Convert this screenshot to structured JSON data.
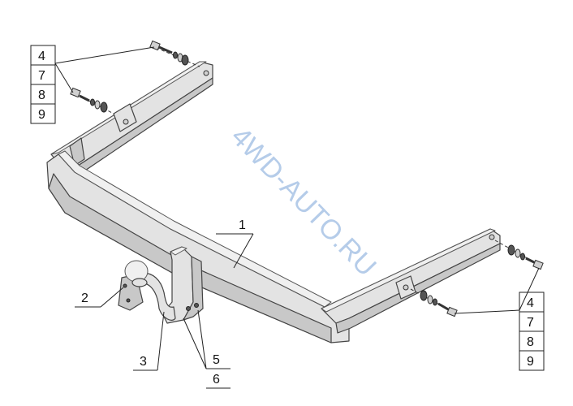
{
  "watermark": "4WD-AUTO.RU",
  "callouts": {
    "main_frame": "1",
    "ball_mount": "2",
    "bracket": "3",
    "bolt_a": "5",
    "bolt_b": "6"
  },
  "table_left": [
    "4",
    "7",
    "8",
    "9"
  ],
  "table_right": [
    "4",
    "7",
    "8",
    "9"
  ],
  "colors": {
    "metal": "#e3e3e3",
    "outline": "#444444",
    "watermark": "#a9c4e6"
  }
}
